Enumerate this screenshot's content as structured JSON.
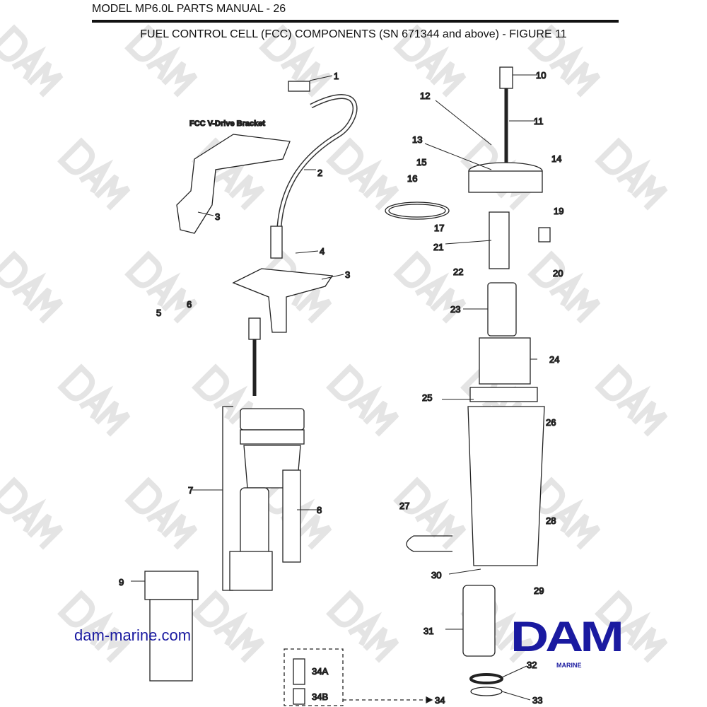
{
  "header": {
    "manual_title": "MODEL MP6.0L PARTS MANUAL - 26"
  },
  "figure": {
    "title": "FUEL CONTROL CELL (FCC) COMPONENTS (SN 671344 and above) - FIGURE 11"
  },
  "bracket_label": "FCC V-Drive Bracket",
  "callouts": [
    "1",
    "2",
    "3",
    "4",
    "3",
    "5",
    "6",
    "7",
    "8",
    "9",
    "10",
    "11",
    "12",
    "13",
    "14",
    "15",
    "16",
    "17",
    "19",
    "20",
    "21",
    "22",
    "23",
    "24",
    "25",
    "26",
    "27",
    "28",
    "29",
    "30",
    "31",
    "32",
    "33",
    "34",
    "34A",
    "34B"
  ],
  "website": "dam-marine.com",
  "logo": {
    "text": "DAM",
    "subtext": "MARINE",
    "color": "#1a1aa0"
  },
  "watermark": "DAM"
}
